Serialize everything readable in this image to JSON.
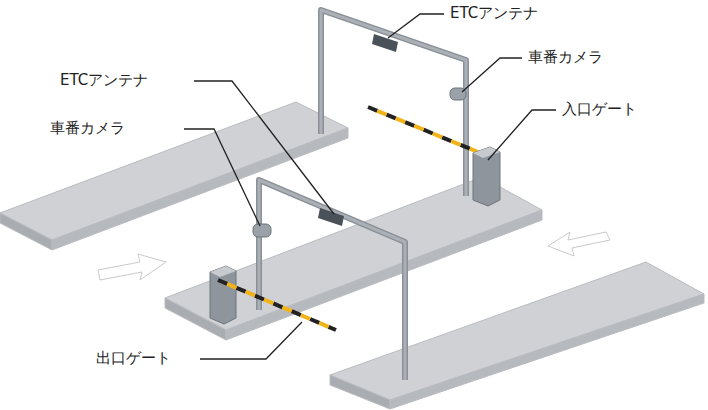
{
  "diagram": {
    "labels": [
      "ETCアンテナ",
      "車番カメラ",
      "ETCアンテナ",
      "入口ゲート",
      "車番カメラ",
      "出口ゲート"
    ]
  }
}
